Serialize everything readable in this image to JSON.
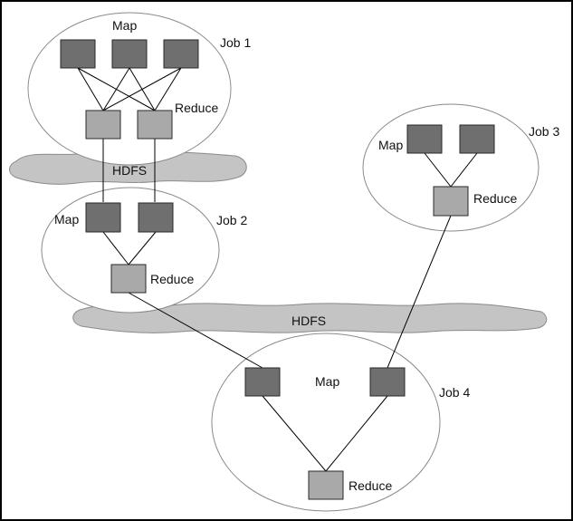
{
  "diagram": {
    "jobs": [
      {
        "label": "Job 1",
        "map_label": "Map",
        "reduce_label": "Reduce"
      },
      {
        "label": "Job 2",
        "map_label": "Map",
        "reduce_label": "Reduce"
      },
      {
        "label": "Job 3",
        "map_label": "Map",
        "reduce_label": "Reduce"
      },
      {
        "label": "Job 4",
        "map_label": "Map",
        "reduce_label": "Reduce"
      }
    ],
    "storage": [
      {
        "label": "HDFS"
      },
      {
        "label": "HDFS"
      }
    ]
  },
  "colors": {
    "map_task": "#6f6f6f",
    "reduce_task": "#a9a9a9",
    "hdfs_cloud": "#c4c4c4",
    "job_outline": "#8a8a8a"
  }
}
